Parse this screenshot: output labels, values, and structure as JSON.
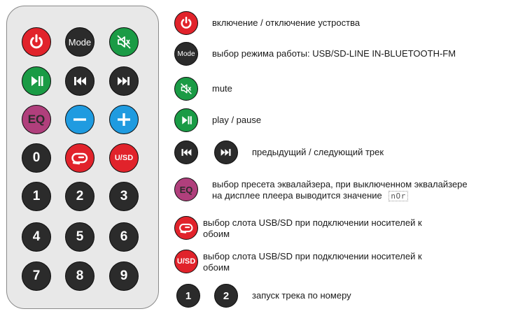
{
  "remote": {
    "mode_label": "Mode",
    "eq_label": "EQ",
    "usd_label": "U/SD",
    "numbers": [
      "0",
      "1",
      "2",
      "3",
      "4",
      "5",
      "6",
      "7",
      "8",
      "9"
    ]
  },
  "legend": {
    "power": "включение / отключение устроства",
    "mode": "выбор режима работы: USB/SD-LINE IN-BLUETOOTH-FM",
    "mute": "mute",
    "play_pause": "play / pause",
    "prev_next": "предыдущий / следующий трек",
    "eq_line1": "выбор пресета эквалайзера, при выключенном эквалайзере",
    "eq_line2": "на дисплее плеера выводится значение",
    "eq_display_value": "nOr",
    "loop_line1": "выбор слота USB/SD при подключении носителей к",
    "loop_line2": "обоим",
    "usd_line1": "выбор слота USB/SD при подключении носителей к",
    "usd_line2": "обоим",
    "track_number": "запуск трека по номеру",
    "example_numbers": [
      "1",
      "2"
    ]
  },
  "colors": {
    "red": "#e1232b",
    "dark": "#2b2b2b",
    "green": "#1a9b45",
    "purple": "#b03f7c",
    "blue": "#1f9be0",
    "remote_body": "#e8e8e8"
  },
  "icons": [
    "power-icon",
    "mute-icon",
    "play-pause-icon",
    "previous-icon",
    "next-icon",
    "minus-icon",
    "plus-icon",
    "loop-icon"
  ]
}
